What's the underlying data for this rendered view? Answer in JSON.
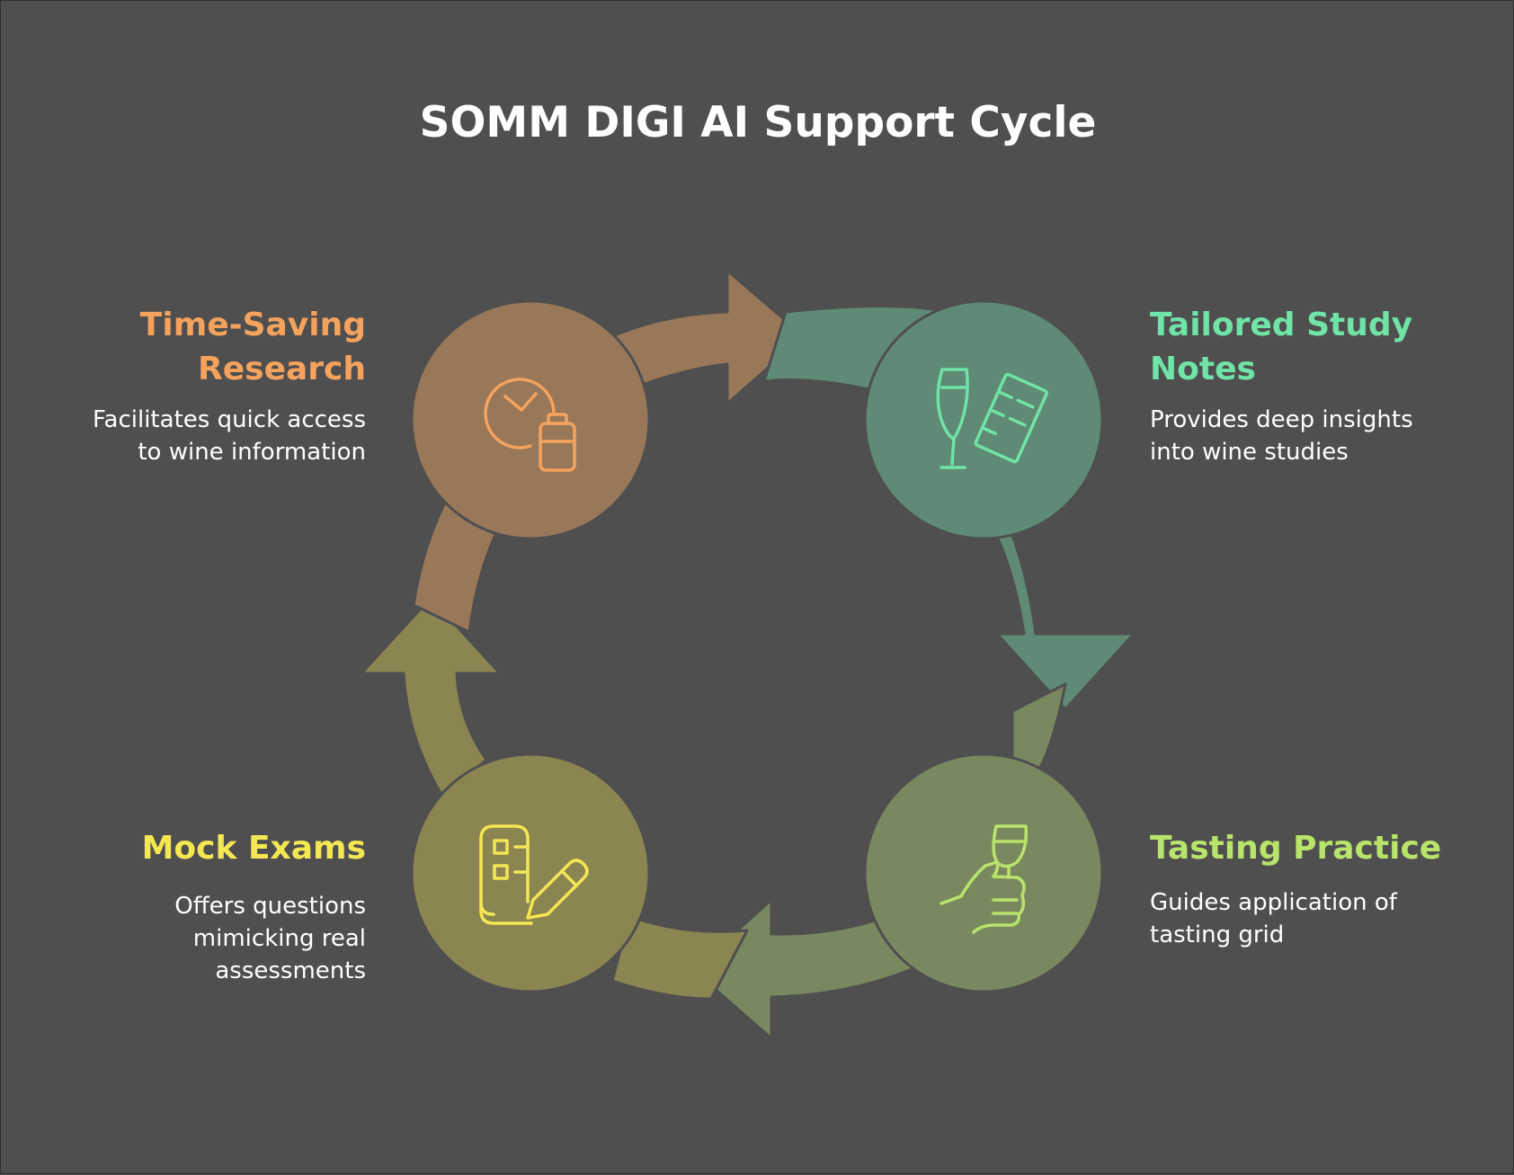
{
  "title": "SOMM DIGI AI Support Cycle",
  "colors": {
    "background": "#4f4f4f",
    "research": "#987859",
    "notes": "#5f8a75",
    "tasting": "#7a8860",
    "exams": "#8b8552",
    "research_accent": "#f5a25d",
    "notes_accent": "#6fe3a8",
    "tasting_accent": "#b9e36a",
    "exams_accent": "#f5e653"
  },
  "stages": [
    {
      "id": "research",
      "heading": "Time-Saving\nResearch",
      "description": "Facilitates quick access\nto wine information",
      "icon": "clock-battery-icon"
    },
    {
      "id": "notes",
      "heading": "Tailored Study\nNotes",
      "description": "Provides deep insights\ninto wine studies",
      "icon": "wine-glass-notes-icon"
    },
    {
      "id": "tasting",
      "heading": "Tasting Practice",
      "description": "Guides application of\ntasting grid",
      "icon": "hand-holding-glass-icon"
    },
    {
      "id": "exams",
      "heading": "Mock Exams",
      "description": "Offers questions\nmimicking real\nassessments",
      "icon": "checklist-pencil-icon"
    }
  ]
}
